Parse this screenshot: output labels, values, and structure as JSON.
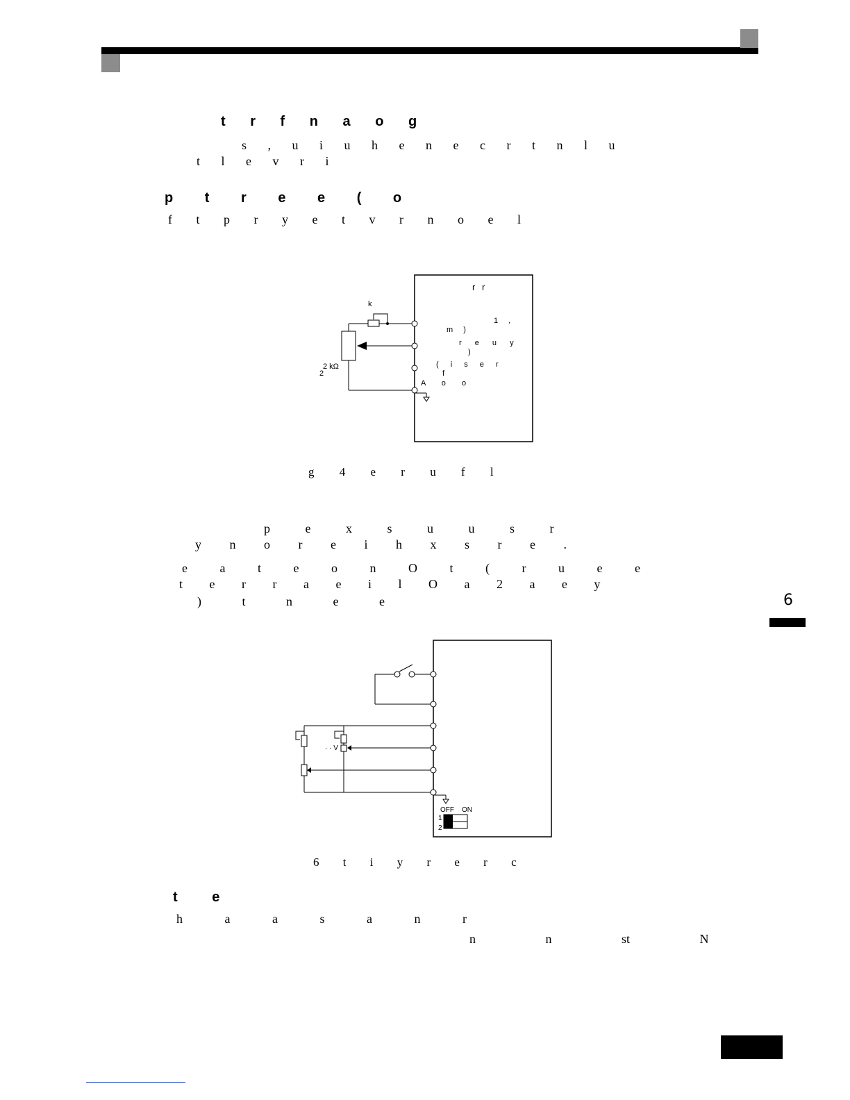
{
  "section1": {
    "heading": "t r f n a o g",
    "lines": [
      "s , u i u h e n e c r t n l u",
      "t l e v r i"
    ]
  },
  "section2": {
    "heading": "p t r e e ( o",
    "line": "f t p r y e t v r n o e l"
  },
  "figure1": {
    "box_title": "r r",
    "pot_small_label": "k",
    "pot_main_label_1": "2 kΩ",
    "pot_main_label_2": "2",
    "terminal_text_1a": "1 ,",
    "terminal_text_1b": "m )",
    "terminal_text_2a": "r e u y",
    "terminal_text_2b": ")",
    "terminal_text_3a": "( i s e r",
    "terminal_text_3b": "f",
    "terminal_text_4": "A o o",
    "caption": "g 4 e r u f l"
  },
  "section3": {
    "para1": [
      "p e x s u u s r",
      "y n o r e i h x s r e ."
    ],
    "para2": [
      "e a t e o n O t ( r u e e",
      "t e r r a e i l O a 2 a e y",
      ") t n e e"
    ]
  },
  "figure2": {
    "voltage_label": "· · V",
    "dip_off": "OFF",
    "dip_on": "ON",
    "dip_1": "1",
    "dip_2": "2",
    "caption": "6 t i y r e r c"
  },
  "section4": {
    "heading": "t e",
    "line1": "h a a s a n r",
    "line2": "n n st N"
  },
  "chapter": {
    "number": "6"
  }
}
